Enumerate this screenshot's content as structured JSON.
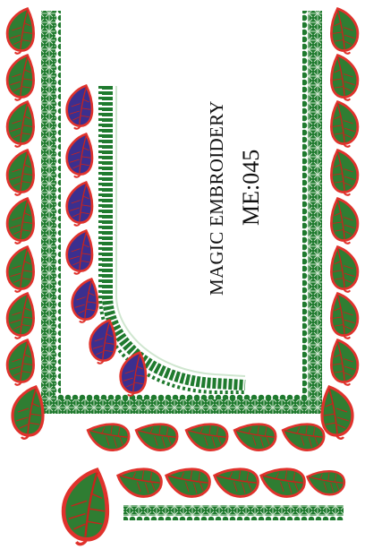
{
  "design": {
    "brand": "MAGIC EMBROIDERY",
    "code": "ME:045"
  },
  "colors": {
    "background": "#ffffff",
    "paisley_outline": "#e0322c",
    "paisley_fill_green": "#2f7d32",
    "paisley_fill_blue": "#3b2f8f",
    "vein_red": "#c8231c",
    "border_green": "#1f7a2e",
    "border_pale": "#d9ecd9"
  },
  "icons": [
    "paisley-motif",
    "scalloped-border",
    "chain-stitch-border"
  ]
}
